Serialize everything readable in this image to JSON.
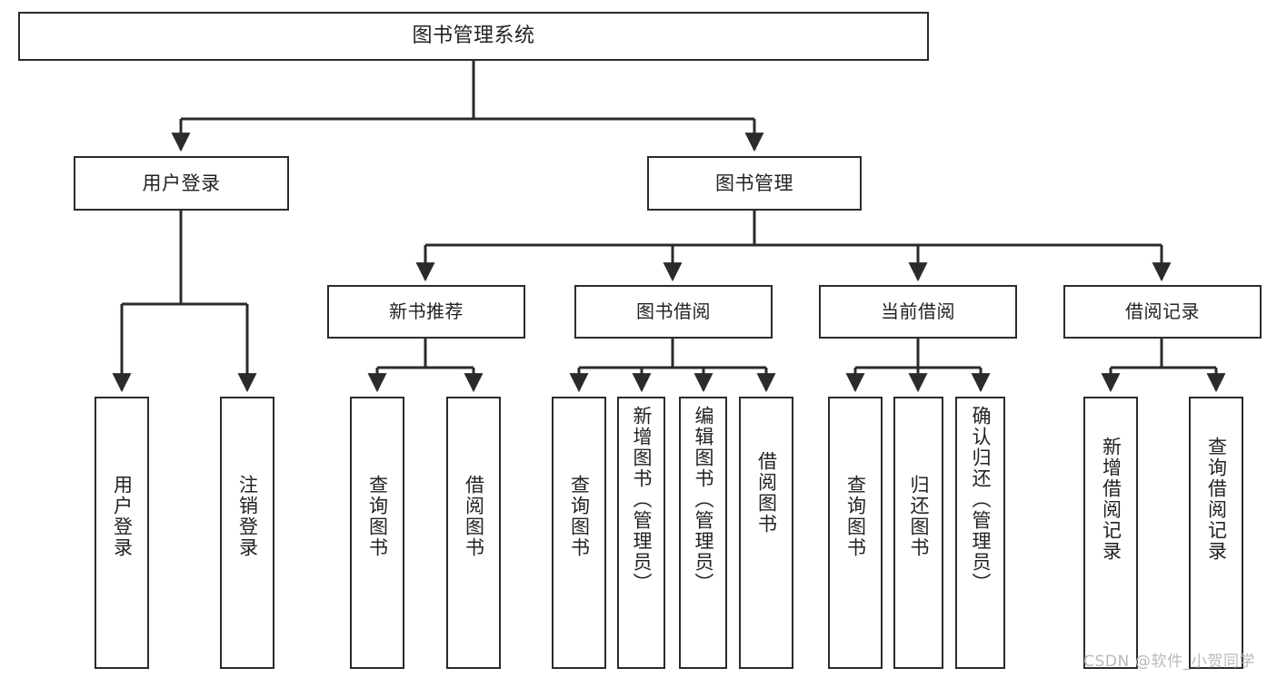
{
  "diagram": {
    "title": "图书管理系统",
    "watermark": "CSDN @软件_小贺同学",
    "colors": {
      "stroke": "#2b2b2b",
      "background": "#ffffff",
      "text": "#222222",
      "watermark": "#b9b9b9"
    },
    "root": {
      "label": "图书管理系统"
    },
    "level2": [
      {
        "label": "用户登录"
      },
      {
        "label": "图书管理"
      }
    ],
    "level3": [
      {
        "label": "新书推荐"
      },
      {
        "label": "图书借阅"
      },
      {
        "label": "当前借阅"
      },
      {
        "label": "借阅记录"
      }
    ],
    "leaves": [
      {
        "label": "用户登录",
        "parent": "用户登录"
      },
      {
        "label": "注销登录",
        "parent": "用户登录"
      },
      {
        "label": "查询图书",
        "parent": "新书推荐"
      },
      {
        "label": "借阅图书",
        "parent": "新书推荐"
      },
      {
        "label": "查询图书",
        "parent": "图书借阅"
      },
      {
        "label": "新增图书（管理员）",
        "parent": "图书借阅"
      },
      {
        "label": "编辑图书（管理员）",
        "parent": "图书借阅"
      },
      {
        "label": "借阅图书",
        "parent": "图书借阅"
      },
      {
        "label": "查询图书",
        "parent": "当前借阅"
      },
      {
        "label": "归还图书",
        "parent": "当前借阅"
      },
      {
        "label": "确认归还（管理员）",
        "parent": "当前借阅"
      },
      {
        "label": "新增借阅记录",
        "parent": "借阅记录"
      },
      {
        "label": "查询借阅记录",
        "parent": "借阅记录"
      }
    ]
  },
  "chart_data": {
    "type": "diagram",
    "title": "图书管理系统",
    "structure": "tree",
    "nodes": [
      {
        "id": "root",
        "label": "图书管理系统",
        "level": 0,
        "children": [
          "n_login",
          "n_book"
        ]
      },
      {
        "id": "n_login",
        "label": "用户登录",
        "level": 1,
        "children": [
          "l_login",
          "l_logout"
        ]
      },
      {
        "id": "n_book",
        "label": "图书管理",
        "level": 1,
        "children": [
          "n_new",
          "n_borrow",
          "n_current",
          "n_record"
        ]
      },
      {
        "id": "n_new",
        "label": "新书推荐",
        "level": 2,
        "children": [
          "l_q1",
          "l_b1"
        ]
      },
      {
        "id": "n_borrow",
        "label": "图书借阅",
        "level": 2,
        "children": [
          "l_q2",
          "l_add",
          "l_edit",
          "l_b2"
        ]
      },
      {
        "id": "n_current",
        "label": "当前借阅",
        "level": 2,
        "children": [
          "l_q3",
          "l_ret",
          "l_cret"
        ]
      },
      {
        "id": "n_record",
        "label": "借阅记录",
        "level": 2,
        "children": [
          "l_addrec",
          "l_qrec"
        ]
      },
      {
        "id": "l_login",
        "label": "用户登录",
        "level": 3,
        "children": []
      },
      {
        "id": "l_logout",
        "label": "注销登录",
        "level": 3,
        "children": []
      },
      {
        "id": "l_q1",
        "label": "查询图书",
        "level": 3,
        "children": []
      },
      {
        "id": "l_b1",
        "label": "借阅图书",
        "level": 3,
        "children": []
      },
      {
        "id": "l_q2",
        "label": "查询图书",
        "level": 3,
        "children": []
      },
      {
        "id": "l_add",
        "label": "新增图书（管理员）",
        "level": 3,
        "children": []
      },
      {
        "id": "l_edit",
        "label": "编辑图书（管理员）",
        "level": 3,
        "children": []
      },
      {
        "id": "l_b2",
        "label": "借阅图书",
        "level": 3,
        "children": []
      },
      {
        "id": "l_q3",
        "label": "查询图书",
        "level": 3,
        "children": []
      },
      {
        "id": "l_ret",
        "label": "归还图书",
        "level": 3,
        "children": []
      },
      {
        "id": "l_cret",
        "label": "确认归还（管理员）",
        "level": 3,
        "children": []
      },
      {
        "id": "l_addrec",
        "label": "新增借阅记录",
        "level": 3,
        "children": []
      },
      {
        "id": "l_qrec",
        "label": "查询借阅记录",
        "level": 3,
        "children": []
      }
    ]
  }
}
